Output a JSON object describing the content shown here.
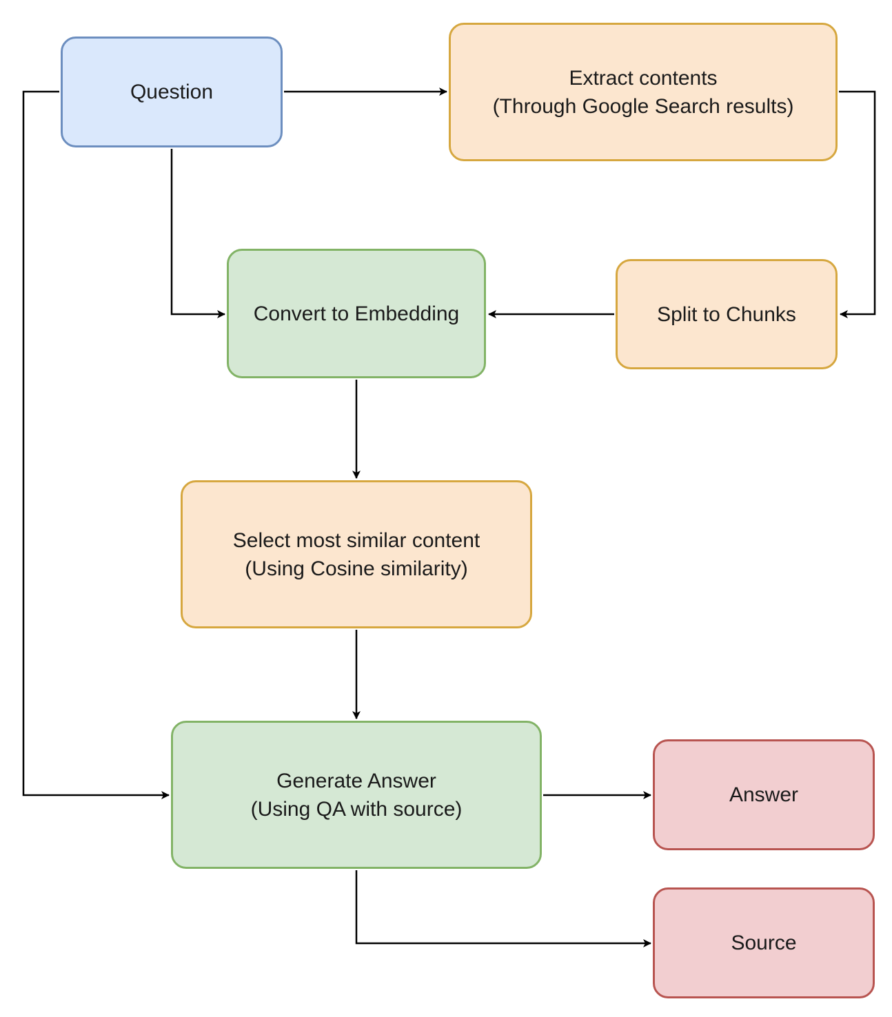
{
  "colors": {
    "blue_fill": "#dae8fc",
    "blue_stroke": "#6c8ebf",
    "orange_fill": "#fce6cf",
    "orange_stroke": "#d6a73f",
    "green_fill": "#d5e8d4",
    "green_stroke": "#82b366",
    "red_fill": "#f2ced0",
    "red_stroke": "#b85450",
    "edge": "#000000"
  },
  "nodes": {
    "question": {
      "lines": [
        "Question"
      ],
      "style": "blue"
    },
    "extract": {
      "lines": [
        "Extract contents",
        "(Through Google Search results)"
      ],
      "style": "orange"
    },
    "convert": {
      "lines": [
        "Convert to Embedding"
      ],
      "style": "green"
    },
    "split": {
      "lines": [
        "Split to Chunks"
      ],
      "style": "orange"
    },
    "select": {
      "lines": [
        "Select most similar content",
        "(Using Cosine similarity)"
      ],
      "style": "orange"
    },
    "generate": {
      "lines": [
        "Generate Answer",
        "(Using QA with source)"
      ],
      "style": "green"
    },
    "answer": {
      "lines": [
        "Answer"
      ],
      "style": "red"
    },
    "source": {
      "lines": [
        "Source"
      ],
      "style": "red"
    }
  },
  "edges": [
    {
      "from": "question",
      "to": "extract"
    },
    {
      "from": "extract",
      "to": "split"
    },
    {
      "from": "split",
      "to": "convert"
    },
    {
      "from": "question",
      "to": "convert"
    },
    {
      "from": "convert",
      "to": "select"
    },
    {
      "from": "select",
      "to": "generate"
    },
    {
      "from": "question",
      "to": "generate"
    },
    {
      "from": "generate",
      "to": "answer"
    },
    {
      "from": "generate",
      "to": "source"
    }
  ]
}
